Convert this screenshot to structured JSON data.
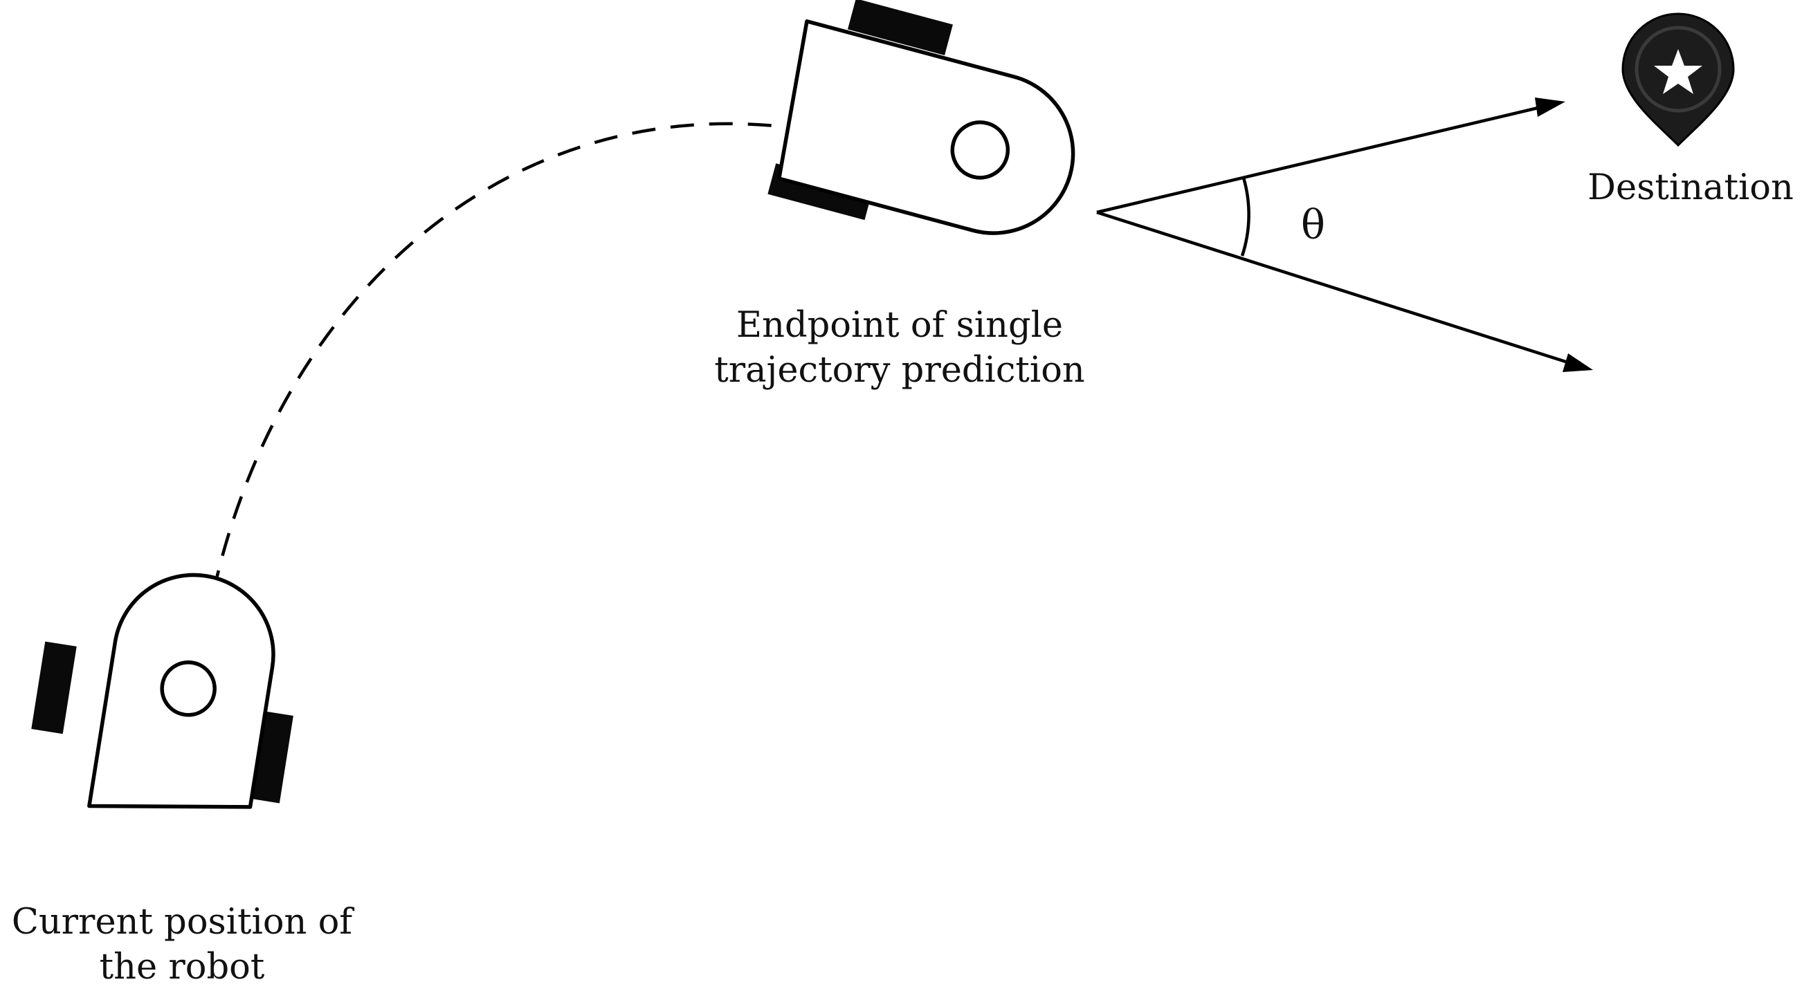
{
  "labels": {
    "current_robot": [
      "Current position of",
      "the robot"
    ],
    "endpoint": [
      "Endpoint of single",
      "trajectory prediction"
    ],
    "destination": "Destination",
    "angle": "θ"
  },
  "icons": {
    "current_robot": "robot-icon",
    "endpoint_robot": "robot-icon",
    "destination": "map-pin-star-icon"
  },
  "colors": {
    "stroke": "#000000",
    "pin_fill": "#1c1c1c",
    "background": "#ffffff"
  }
}
